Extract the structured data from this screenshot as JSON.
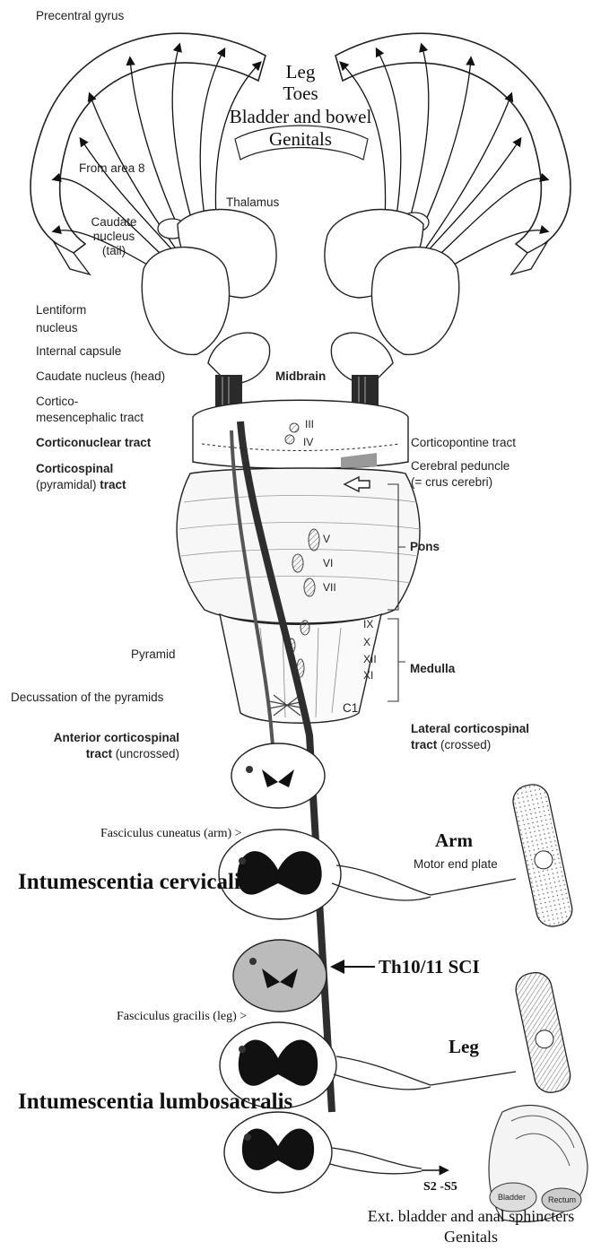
{
  "labels": {
    "precentral_gyrus": "Precentral gyrus",
    "leg_top": "Leg",
    "toes": "Toes",
    "bladder_bowel": "Bladder and bowel",
    "genitals_top": "Genitals",
    "from_area_8": "From area 8",
    "thalamus": "Thalamus",
    "caudate_tail_1": "Caudate",
    "caudate_tail_2": "nucleus",
    "caudate_tail_3": "(tail)",
    "lentiform_1": "Lentiform",
    "lentiform_2": "nucleus",
    "internal_capsule": "Internal capsule",
    "caudate_head": "Caudate nucleus (head)",
    "midbrain": "Midbrain",
    "cortico_mes_1": "Cortico-",
    "cortico_mes_2": "mesencephalic tract",
    "corticonuclear": "Corticonuclear tract",
    "corticospinal_1": "Corticospinal",
    "corticospinal_2a": "(pyramidal)",
    "corticospinal_2b": "tract",
    "corticopontine": "Corticopontine tract",
    "cerebral_peduncle": "Cerebral peduncle",
    "crus_cerebri": "(= crus cerebri)",
    "roman_III": "III",
    "roman_IV": "IV",
    "roman_V": "V",
    "roman_VI": "VI",
    "roman_VII": "VII",
    "roman_IX": "IX",
    "roman_X": "X",
    "roman_XII": "XII",
    "roman_XI": "XI",
    "pons": "Pons",
    "medulla": "Medulla",
    "pyramid": "Pyramid",
    "decussation": "Decussation of the pyramids",
    "c1": "C1",
    "anterior_cs_1": "Anterior corticospinal",
    "anterior_cs_2a": "tract",
    "anterior_cs_2b": "(uncrossed)",
    "lateral_cs_1": "Lateral corticospinal",
    "lateral_cs_2a": "tract",
    "lateral_cs_2b": "(crossed)",
    "fasciculus_cuneatus": "Fasciculus cuneatus (arm) >",
    "arm": "Arm",
    "motor_end_plate": "Motor end plate",
    "intumescentia_cervicalis": "Intumescentia cervicalis",
    "th_sci": "Th10/11 SCI",
    "fasciculus_gracilis": "Fasciculus gracilis (leg) >",
    "leg_bottom": "Leg",
    "intumescentia_lumbosacralis": "Intumescentia lumbosacralis",
    "s2_s5": "S2 -S5",
    "bladder": "Bladder",
    "rectum": "Rectum",
    "ext_sphincters": "Ext. bladder and anal sphincters",
    "genitals_bottom": "Genitals"
  }
}
